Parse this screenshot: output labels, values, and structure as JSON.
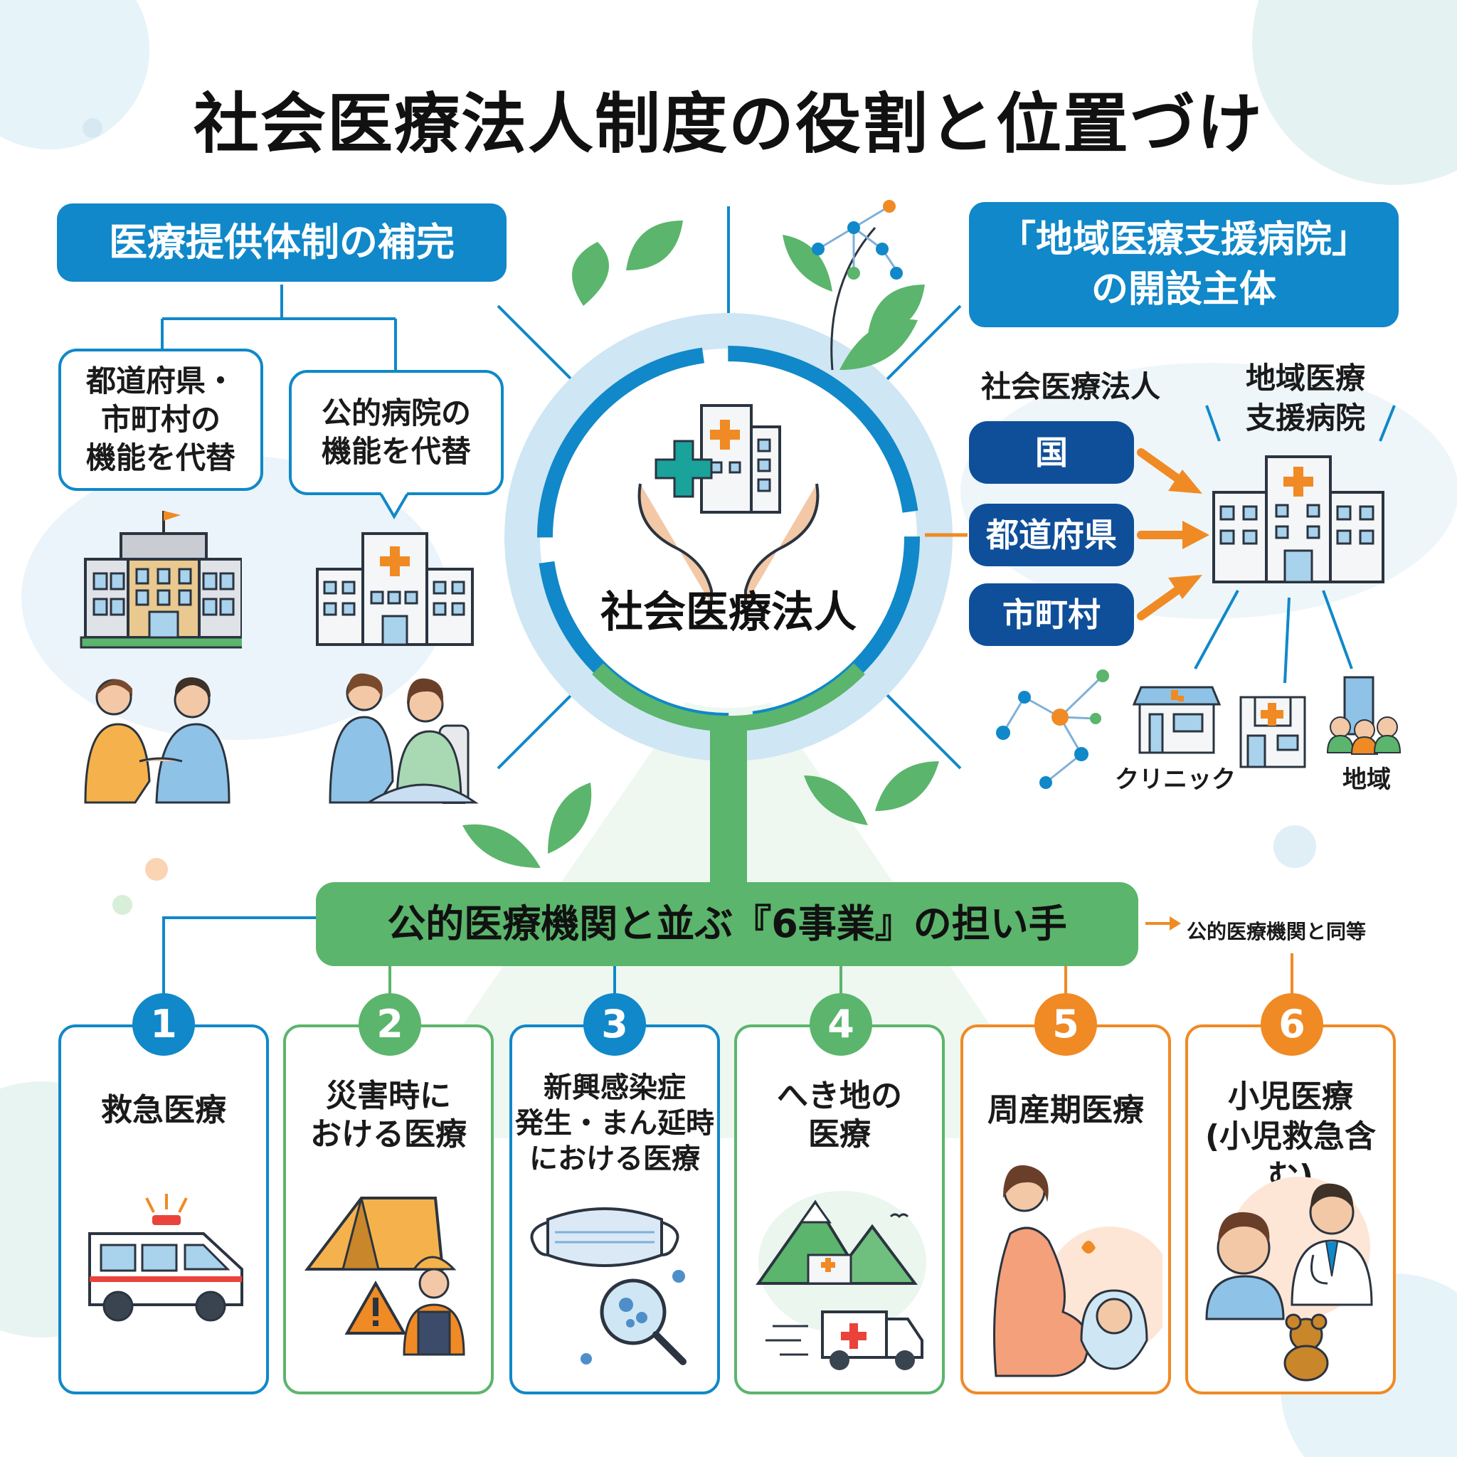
{
  "title": "社会医療法人制度の役割と位置づけ",
  "left_section": {
    "heading": "医療提供体制の補完",
    "bubble1": "都道府県・\n市町村の\n機能を代替",
    "bubble2": "公的病院の\n機能を代替"
  },
  "center": {
    "label": "社会医療法人"
  },
  "right_section": {
    "heading": "「地域医療支援病院」\nの開設主体",
    "col_left_label": "社会医療法人",
    "col_right_label": "地域医療\n支援病院",
    "entities": [
      "国",
      "都道府県",
      "市町村"
    ],
    "clinic_label": "クリニック",
    "community_label": "地域"
  },
  "bottom_section": {
    "banner": "公的医療機関と並ぶ『6事業』の担い手",
    "side_note": "公的医療機関と同等",
    "arrow": "→",
    "items": [
      {
        "num": "1",
        "label": "救急医療"
      },
      {
        "num": "2",
        "label": "災害時に\nおける医療"
      },
      {
        "num": "3",
        "label": "新興感染症\n発生・まん延時\nにおける医療"
      },
      {
        "num": "4",
        "label": "へき地の\n医療"
      },
      {
        "num": "5",
        "label": "周産期医療"
      },
      {
        "num": "6",
        "label": "小児医療\n(小児救急含む)"
      }
    ]
  },
  "colors": {
    "blue": "#1088c9",
    "navy": "#0f4f99",
    "green": "#5bb56c",
    "orange": "#f08a24"
  }
}
